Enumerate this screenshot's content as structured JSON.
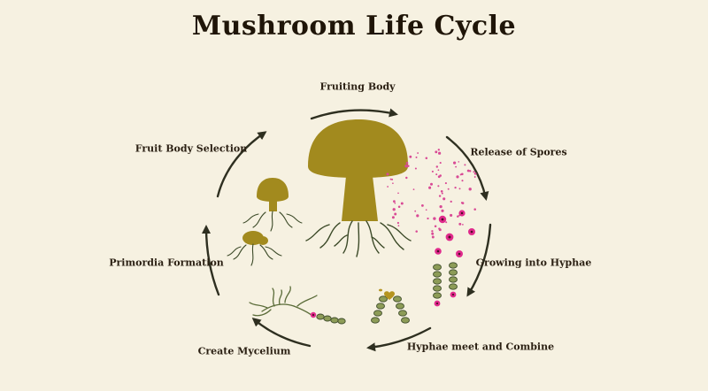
{
  "title": "Mushroom Life Cycle",
  "background_color": "#f6f1e1",
  "text_color": "#2a1f12",
  "accent_colors": {
    "mushroom_cap": "#a28a1e",
    "mycelium_roots": "#3c4a28",
    "hyphae_cells": "#8d9c57",
    "spores": "#e02a8c",
    "arrows": "#2e2f20"
  },
  "stages": [
    {
      "label": "Fruiting Body"
    },
    {
      "label": "Release of Spores"
    },
    {
      "label": "Growing into Hyphae"
    },
    {
      "label": "Hyphae meet and Combine"
    },
    {
      "label": "Create Mycelium"
    },
    {
      "label": "Primordia Formation"
    },
    {
      "label": "Fruit Body Selection"
    }
  ]
}
